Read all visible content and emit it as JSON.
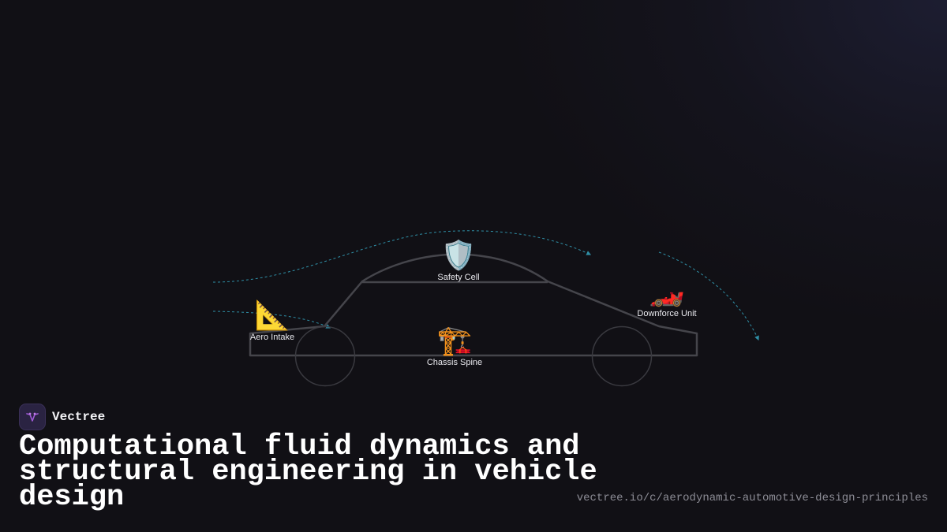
{
  "brand": {
    "name": "Vectree",
    "logo_icon": "vectree-logo-icon",
    "logo_color": "#a05ad8"
  },
  "title": "Computational fluid dynamics and structural engineering in vehicle design",
  "url": "vectree.io/c/aerodynamic-automotive-design-principles",
  "diagram": {
    "nodes": [
      {
        "id": "aero-intake",
        "label": "Aero Intake",
        "icon": "📐",
        "icon_name": "triangular-ruler-icon"
      },
      {
        "id": "safety-cell",
        "label": "Safety Cell",
        "icon": "🛡️",
        "icon_name": "shield-icon"
      },
      {
        "id": "downforce-unit",
        "label": "Downforce Unit",
        "icon": "🏎️",
        "icon_name": "racing-car-icon"
      },
      {
        "id": "chassis-spine",
        "label": "Chassis Spine",
        "icon": "🏗️",
        "icon_name": "building-construction-icon"
      }
    ],
    "colors": {
      "car_outline": "#44444a",
      "wheels": "#3a3a40",
      "airflow": "#2f8fa6"
    }
  }
}
